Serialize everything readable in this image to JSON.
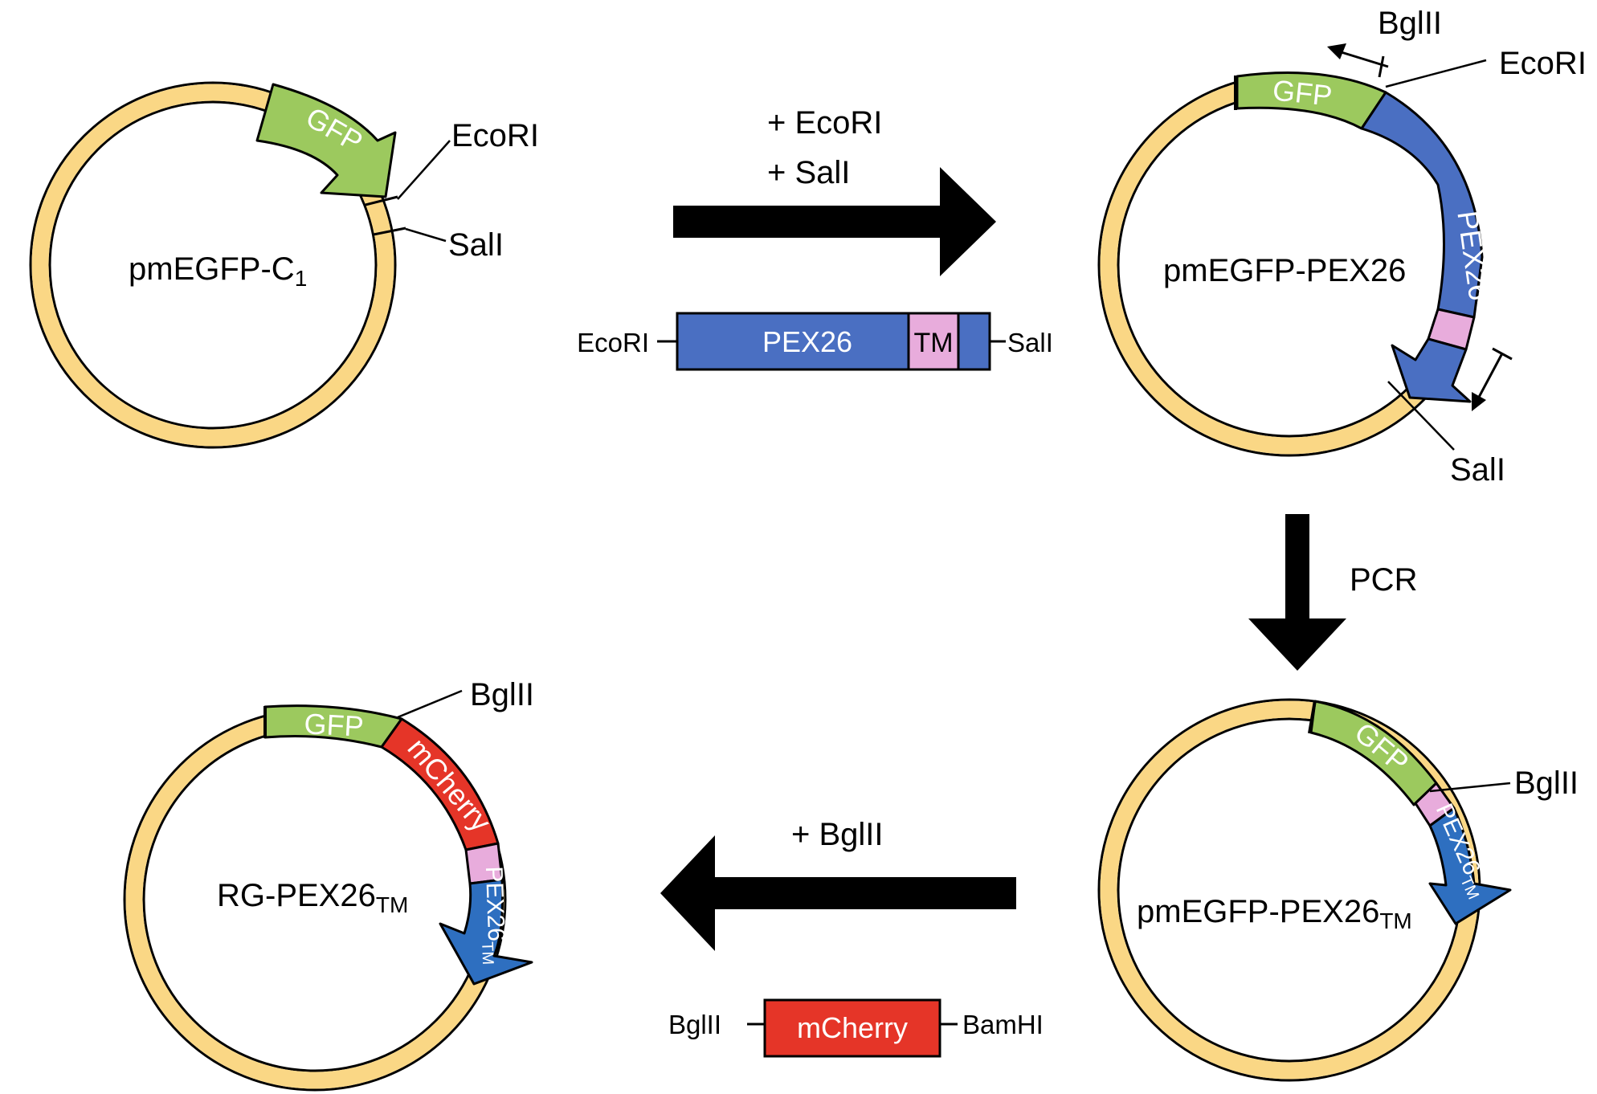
{
  "plasmids": {
    "p1": {
      "name": "pmEGFP-C",
      "name_sub": "1",
      "gfp": "GFP",
      "ecori": "EcoRI",
      "sali": "SalI"
    },
    "p2": {
      "name": "pmEGFP-PEX26",
      "gfp": "GFP",
      "pex26": "PEX26",
      "bglii": "BglII",
      "ecori": "EcoRI",
      "sali": "SalI"
    },
    "p3": {
      "name": "pmEGFP-PEX26",
      "name_sub": "TM",
      "gfp": "GFP",
      "pex26": "PEX26",
      "pex26_sub": "TM",
      "bglii": "BglII"
    },
    "p4": {
      "name": "RG-PEX26",
      "name_sub": "TM",
      "gfp": "GFP",
      "mcherry": "mCherry",
      "pex26": "PEX26",
      "pex26_sub": "TM",
      "bglii": "BglII"
    }
  },
  "steps": {
    "digest": {
      "line1": "+ EcoRI",
      "line2": "+ SalI"
    },
    "pcr": {
      "label": "PCR"
    },
    "ligate": {
      "label": "+ BglII"
    }
  },
  "inserts": {
    "pex26_insert": {
      "left": "EcoRI",
      "body": "PEX26",
      "tm": "TM",
      "right": "SalI"
    },
    "mcherry_insert": {
      "left": "BglII",
      "body": "mCherry",
      "right": "BamHI"
    }
  },
  "colors": {
    "backbone": "#fad785",
    "gfp": "#9cc95e",
    "pex26": "#4a6fc2",
    "tm": "#e8acdc",
    "mcherry": "#e53528",
    "stroke": "#000000"
  }
}
